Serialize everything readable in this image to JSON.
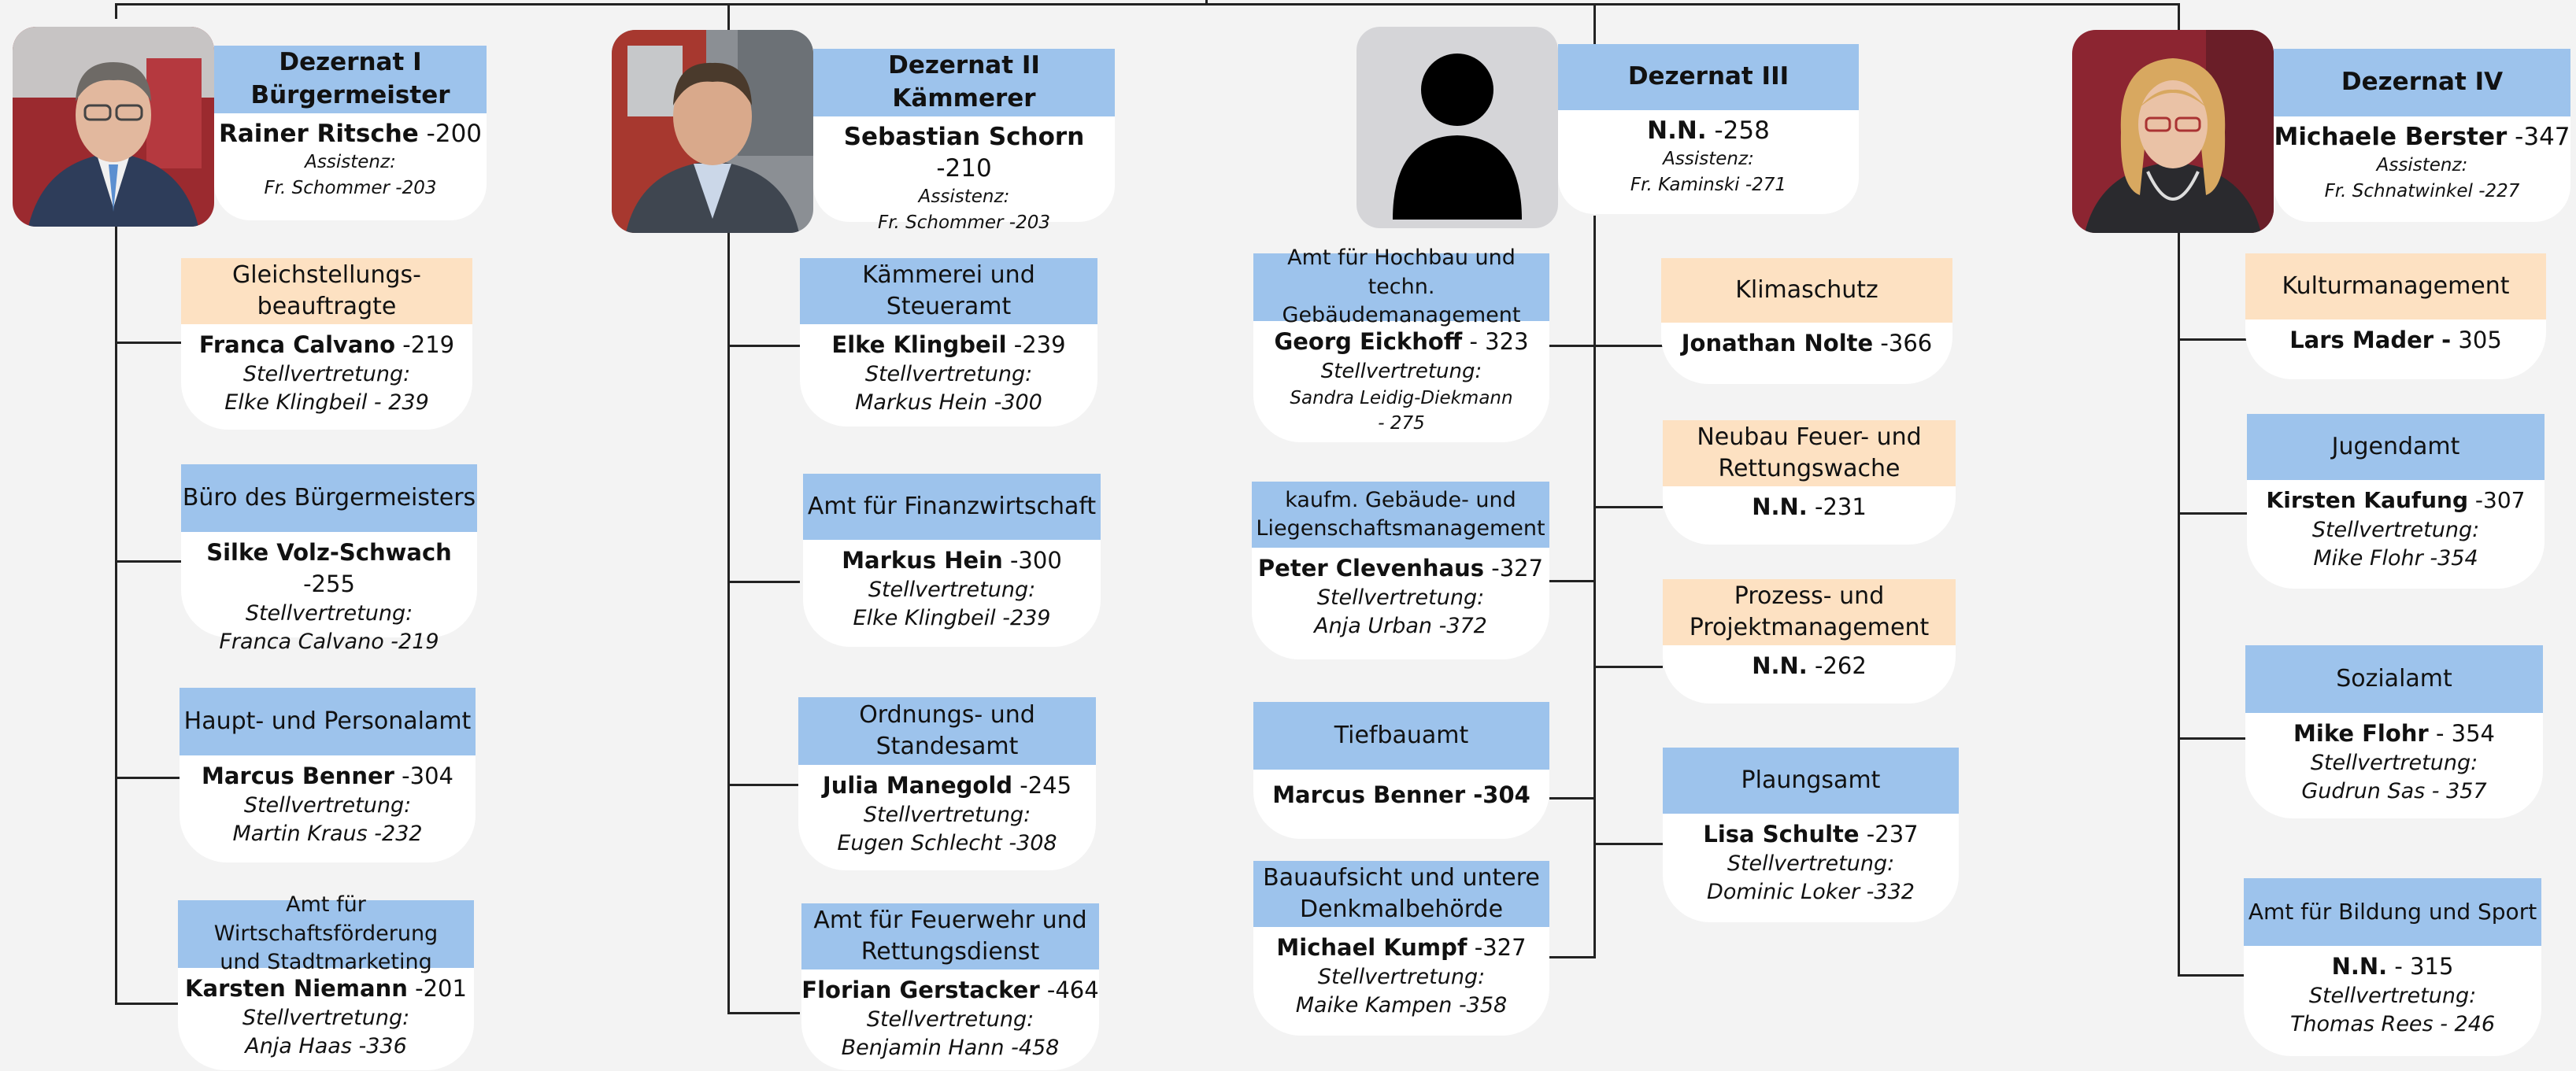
{
  "dezernate": [
    {
      "title_l1": "Dezernat I",
      "title_l2": "Bürgermeister",
      "name": "Rainer Ritsche",
      "ext": "-200",
      "assist_label": "Assistenz:",
      "assist": "Fr. Schommer -203"
    },
    {
      "title_l1": "Dezernat II",
      "title_l2": "Kämmerer",
      "name": "Sebastian Schorn",
      "ext": "-210",
      "assist_label": "Assistenz:",
      "assist": "Fr. Schommer -203"
    },
    {
      "title_l1": "Dezernat III",
      "title_l2": "",
      "name": "N.N.",
      "ext": "-258",
      "assist_label": "Assistenz:",
      "assist": "Fr. Kaminski -271"
    },
    {
      "title_l1": "Dezernat IV",
      "title_l2": "",
      "name": "Michaele Berster",
      "ext": "-347",
      "assist_label": "Assistenz:",
      "assist": "Fr. Schnatwinkel -227"
    }
  ],
  "units": {
    "gleich": {
      "t1": "Gleichstellungs-",
      "t2": "beauftragte",
      "name": "Franca Calvano",
      "ext": "-219",
      "sv_label": "Stellvertretung:",
      "sv": "Elke Klingbeil - 239"
    },
    "buero": {
      "t1": "Büro des Bürgermeisters",
      "t2": "",
      "name": "Silke Volz-Schwach",
      "ext": "-255",
      "sv_label": "Stellvertretung:",
      "sv": "Franca Calvano -219"
    },
    "haupt": {
      "t1": "Haupt- und Personalamt",
      "t2": "",
      "name": "Marcus Benner",
      "ext": "-304",
      "sv_label": "Stellvertretung:",
      "sv": "Martin Kraus -232"
    },
    "wirt": {
      "t1": "Amt für Wirtschaftsförderung",
      "t2": "und Stadtmarketing",
      "name": "Karsten Niemann",
      "ext": "-201",
      "sv_label": "Stellvertretung:",
      "sv": "Anja Haas -336"
    },
    "kaemm": {
      "t1": "Kämmerei und Steueramt",
      "t2": "",
      "name": "Elke Klingbeil",
      "ext": "-239",
      "sv_label": "Stellvertretung:",
      "sv": "Markus Hein -300"
    },
    "finanz": {
      "t1": "Amt für Finanzwirtschaft",
      "t2": "",
      "name": "Markus Hein",
      "ext": "-300",
      "sv_label": "Stellvertretung:",
      "sv": "Elke Klingbeil -239"
    },
    "ordnung": {
      "t1": "Ordnungs- und",
      "t2": "Standesamt",
      "name": "Julia Manegold",
      "ext": "-245",
      "sv_label": "Stellvertretung:",
      "sv": "Eugen Schlecht -308"
    },
    "feuer": {
      "t1": "Amt für Feuerwehr und",
      "t2": "Rettungsdienst",
      "name": "Florian Gerstacker",
      "ext": "-464",
      "sv_label": "Stellvertretung:",
      "sv": "Benjamin Hann -458"
    },
    "hochbau": {
      "t1": "Amt für Hochbau und techn.",
      "t2": "Gebäudemanagement",
      "name": "Georg Eickhoff",
      "ext": "- 323",
      "sv_label": "Stellvertretung:",
      "sv": "Sandra Leidig-Diekmann",
      "sv2": "- 275"
    },
    "liegen": {
      "t1": "kaufm. Gebäude- und",
      "t2": "Liegenschaftsmanagement",
      "name": "Peter Clevenhaus",
      "ext": "-327",
      "sv_label": "Stellvertretung:",
      "sv": "Anja Urban -372"
    },
    "tief": {
      "t1": "Tiefbauamt",
      "t2": "",
      "name": "Marcus Benner -304"
    },
    "bauauf": {
      "t1": "Bauaufsicht und untere",
      "t2": "Denkmalbehörde",
      "name": "Michael Kumpf",
      "ext": "-327",
      "sv_label": "Stellvertretung:",
      "sv": "Maike Kampen -358"
    },
    "klima": {
      "t1": "Klimaschutz",
      "t2": "",
      "name": "Jonathan Nolte",
      "ext": "-366"
    },
    "neubau": {
      "t1": "Neubau Feuer- und",
      "t2": "Rettungswache",
      "name": "N.N.",
      "ext": "-231"
    },
    "prozess": {
      "t1": "Prozess- und",
      "t2": "Projektmanagement",
      "name": "N.N.",
      "ext": "-262"
    },
    "planung": {
      "t1": "Plaungsamt",
      "t2": "",
      "name": "Lisa Schulte",
      "ext": "-237",
      "sv_label": "Stellvertretung:",
      "sv": "Dominic Loker -332"
    },
    "kultur": {
      "t1": "Kulturmanagement",
      "t2": "",
      "name": "Lars Mader -",
      "ext": "305"
    },
    "jugend": {
      "t1": "Jugendamt",
      "t2": "",
      "name": "Kirsten Kaufung",
      "ext": " -307",
      "sv_label": "Stellvertretung:",
      "sv": "Mike Flohr -354"
    },
    "sozial": {
      "t1": "Sozialamt",
      "t2": "",
      "name": "Mike Flohr",
      "ext": "- 354",
      "sv_label": "Stellvertretung:",
      "sv": "Gudrun Sas - 357"
    },
    "bildung": {
      "t1": "Amt für Bildung und Sport",
      "t2": "",
      "name": "N.N.",
      "ext": "- 315",
      "sv_label": "Stellvertretung:",
      "sv": "Thomas Rees - 246"
    }
  },
  "colors": {
    "blue_header": "#9dc3ec",
    "orange_header": "#fde1c2",
    "background": "#f3f3f3",
    "line": "#222222"
  },
  "icons": {
    "placeholder_photo": "person-silhouette-icon"
  }
}
